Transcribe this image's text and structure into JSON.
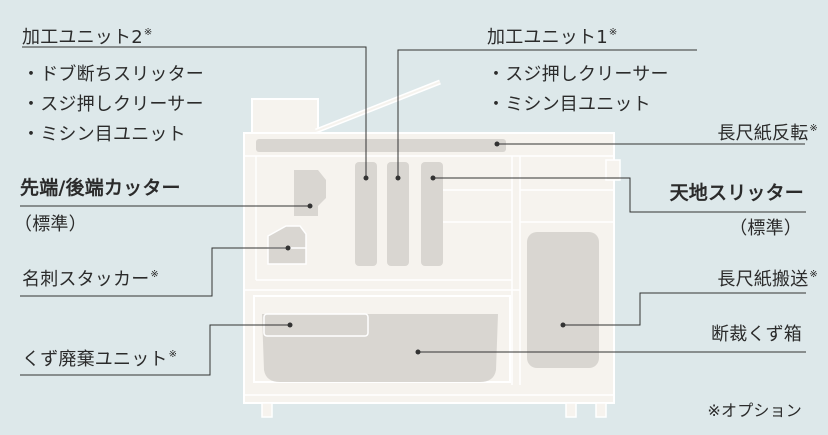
{
  "colors": {
    "background": "#dde8ea",
    "machine_fill": "#f6f3ee",
    "machine_stroke": "#ffffff",
    "part_fill": "#d9d6d1",
    "leader_line": "#333333",
    "text": "#2b2b2b"
  },
  "labels": {
    "unit2_title": "加工ユニット2",
    "unit2_note": "※",
    "unit2_items": [
      "・ドブ断ちスリッター",
      "・スジ押しクリーサー",
      "・ミシン目ユニット"
    ],
    "unit1_title": "加工ユニット1",
    "unit1_note": "※",
    "unit1_items": [
      "・スジ押しクリーサー",
      "・ミシン目ユニット"
    ],
    "long_flip": "長尺紙反転",
    "long_flip_note": "※",
    "front_rear_cutter": "先端/後端カッター",
    "front_rear_cutter_sub": "（標準）",
    "top_bottom_slitter": "天地スリッター",
    "top_bottom_slitter_sub": "（標準）",
    "card_stacker": "名刺スタッカー",
    "card_stacker_note": "※",
    "long_transport": "長尺紙搬送",
    "long_transport_note": "※",
    "waste_unit": "くず廃棄ユニット",
    "waste_unit_note": "※",
    "trim_box": "断裁くず箱",
    "option_note": "※オプション"
  }
}
